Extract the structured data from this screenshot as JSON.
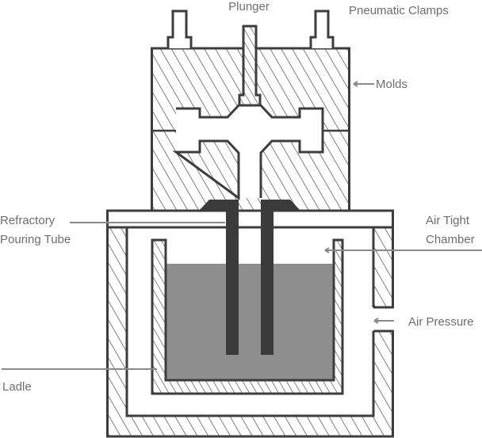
{
  "diagram": {
    "title": "Low pressure die casting setup",
    "labels": {
      "plunger": "Plunger",
      "pneumatic_clamps": "Pneumatic Clamps",
      "molds": "Molds",
      "refractory_line1": "Refractory",
      "refractory_line2": "Pouring Tube",
      "air_tight_line1": "Air Tight",
      "air_tight_line2": "Chamber",
      "air_pressure": "Air Pressure",
      "ladle": "Ladle"
    },
    "colors": {
      "outline": "#3d3d3d",
      "molten_metal": "#8e8e8e",
      "tube": "#3b3b3b",
      "label_text": "#6e6e6e",
      "leader": "#8a8a8a"
    }
  }
}
